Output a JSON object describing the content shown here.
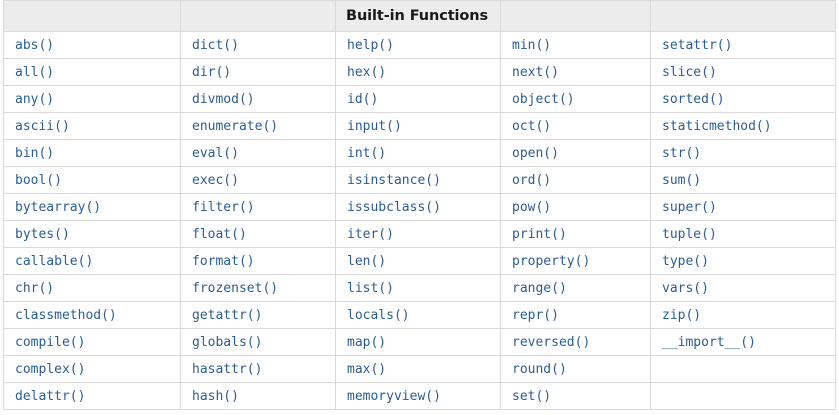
{
  "table": {
    "title": "Built-in Functions",
    "title_column_index": 2,
    "accent_text_color": "#2c5d8e",
    "header_background_color": "#ececec",
    "border_color": "#d9d9d9",
    "columns": 5,
    "headers": [
      "",
      "",
      "Built-in Functions",
      "",
      ""
    ],
    "rows": [
      [
        "abs()",
        "dict()",
        "help()",
        "min()",
        "setattr()"
      ],
      [
        "all()",
        "dir()",
        "hex()",
        "next()",
        "slice()"
      ],
      [
        "any()",
        "divmod()",
        "id()",
        "object()",
        "sorted()"
      ],
      [
        "ascii()",
        "enumerate()",
        "input()",
        "oct()",
        "staticmethod()"
      ],
      [
        "bin()",
        "eval()",
        "int()",
        "open()",
        "str()"
      ],
      [
        "bool()",
        "exec()",
        "isinstance()",
        "ord()",
        "sum()"
      ],
      [
        "bytearray()",
        "filter()",
        "issubclass()",
        "pow()",
        "super()"
      ],
      [
        "bytes()",
        "float()",
        "iter()",
        "print()",
        "tuple()"
      ],
      [
        "callable()",
        "format()",
        "len()",
        "property()",
        "type()"
      ],
      [
        "chr()",
        "frozenset()",
        "list()",
        "range()",
        "vars()"
      ],
      [
        "classmethod()",
        "getattr()",
        "locals()",
        "repr()",
        "zip()"
      ],
      [
        "compile()",
        "globals()",
        "map()",
        "reversed()",
        "__import__()"
      ],
      [
        "complex()",
        "hasattr()",
        "max()",
        "round()",
        ""
      ],
      [
        "delattr()",
        "hash()",
        "memoryview()",
        "set()",
        ""
      ]
    ]
  }
}
